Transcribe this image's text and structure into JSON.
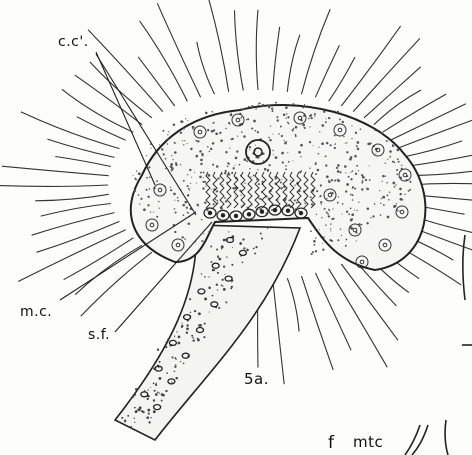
{
  "figure": {
    "labels": {
      "cc": "c.c'.",
      "mc": "m.c.",
      "sf": "s.f.",
      "fig": "5a.",
      "f": "f",
      "mtc": "mtc"
    }
  }
}
